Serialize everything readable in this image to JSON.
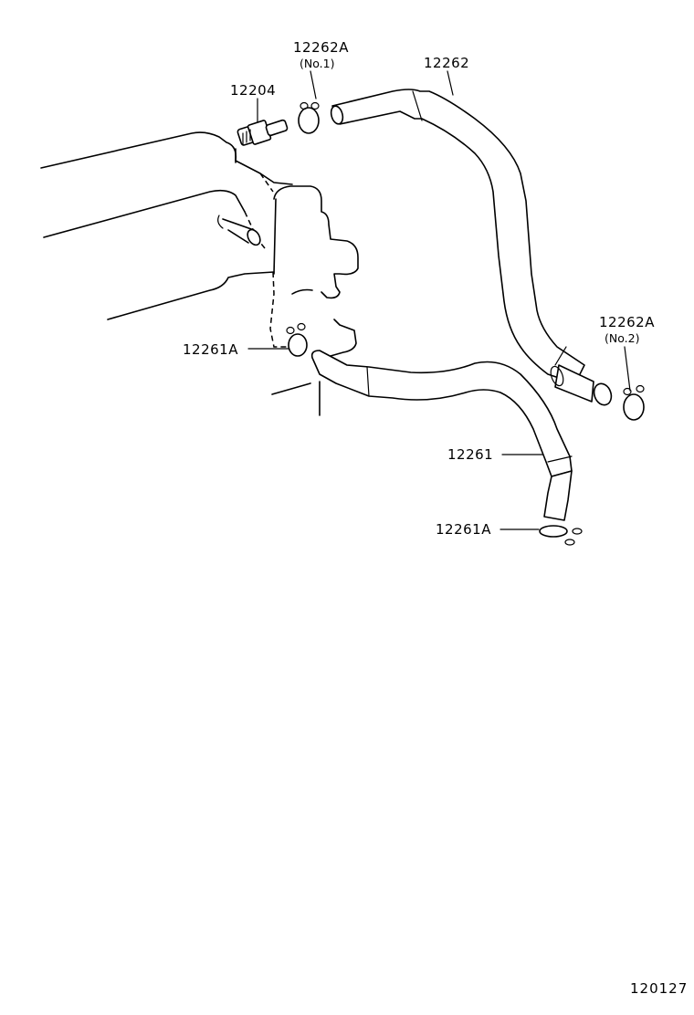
{
  "labels": {
    "clamp_no1_part": "12262A",
    "clamp_no1_note": "(No.1)",
    "upper_hose": "12262",
    "pcv_valve": "12204",
    "clamp_no2_part": "12262A",
    "clamp_no2_note": "(No.2)",
    "lower_clamp_top": "12261A",
    "lower_hose": "12261",
    "lower_clamp_bottom": "12261A"
  },
  "figure_number": "120127"
}
